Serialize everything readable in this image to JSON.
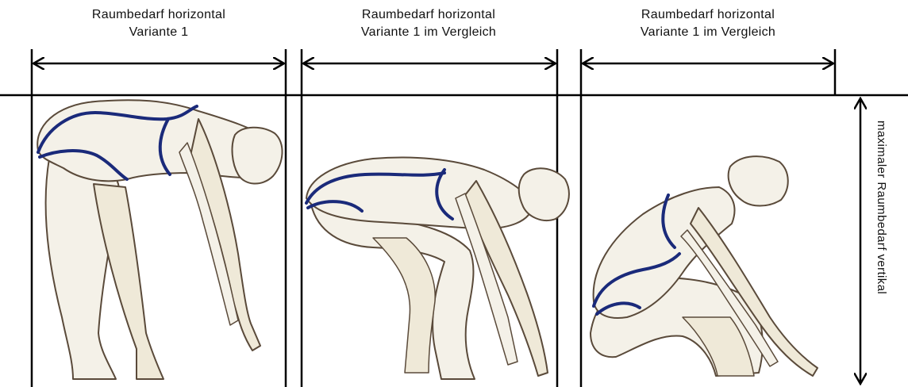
{
  "panels": [
    {
      "caption_line1": "Raumbedarf horizontal",
      "caption_line2": "Variante 1",
      "pose": "bent-forward"
    },
    {
      "caption_line1": "Raumbedarf horizontal",
      "caption_line2": "Variante 1 im Vergleich",
      "pose": "half-squat"
    },
    {
      "caption_line1": "Raumbedarf horizontal",
      "caption_line2": "Variante 1 im Vergleich",
      "pose": "full-squat"
    }
  ],
  "vertical_label": "maximaler Raumbedarf vertikal",
  "colors": {
    "line": "#000000",
    "swimsuit_outline": "#1a2a7a",
    "figure_fill": "#f4f1e8",
    "figure_edge": "#5a4a3a",
    "figure_tint": "#e9e2c8"
  }
}
